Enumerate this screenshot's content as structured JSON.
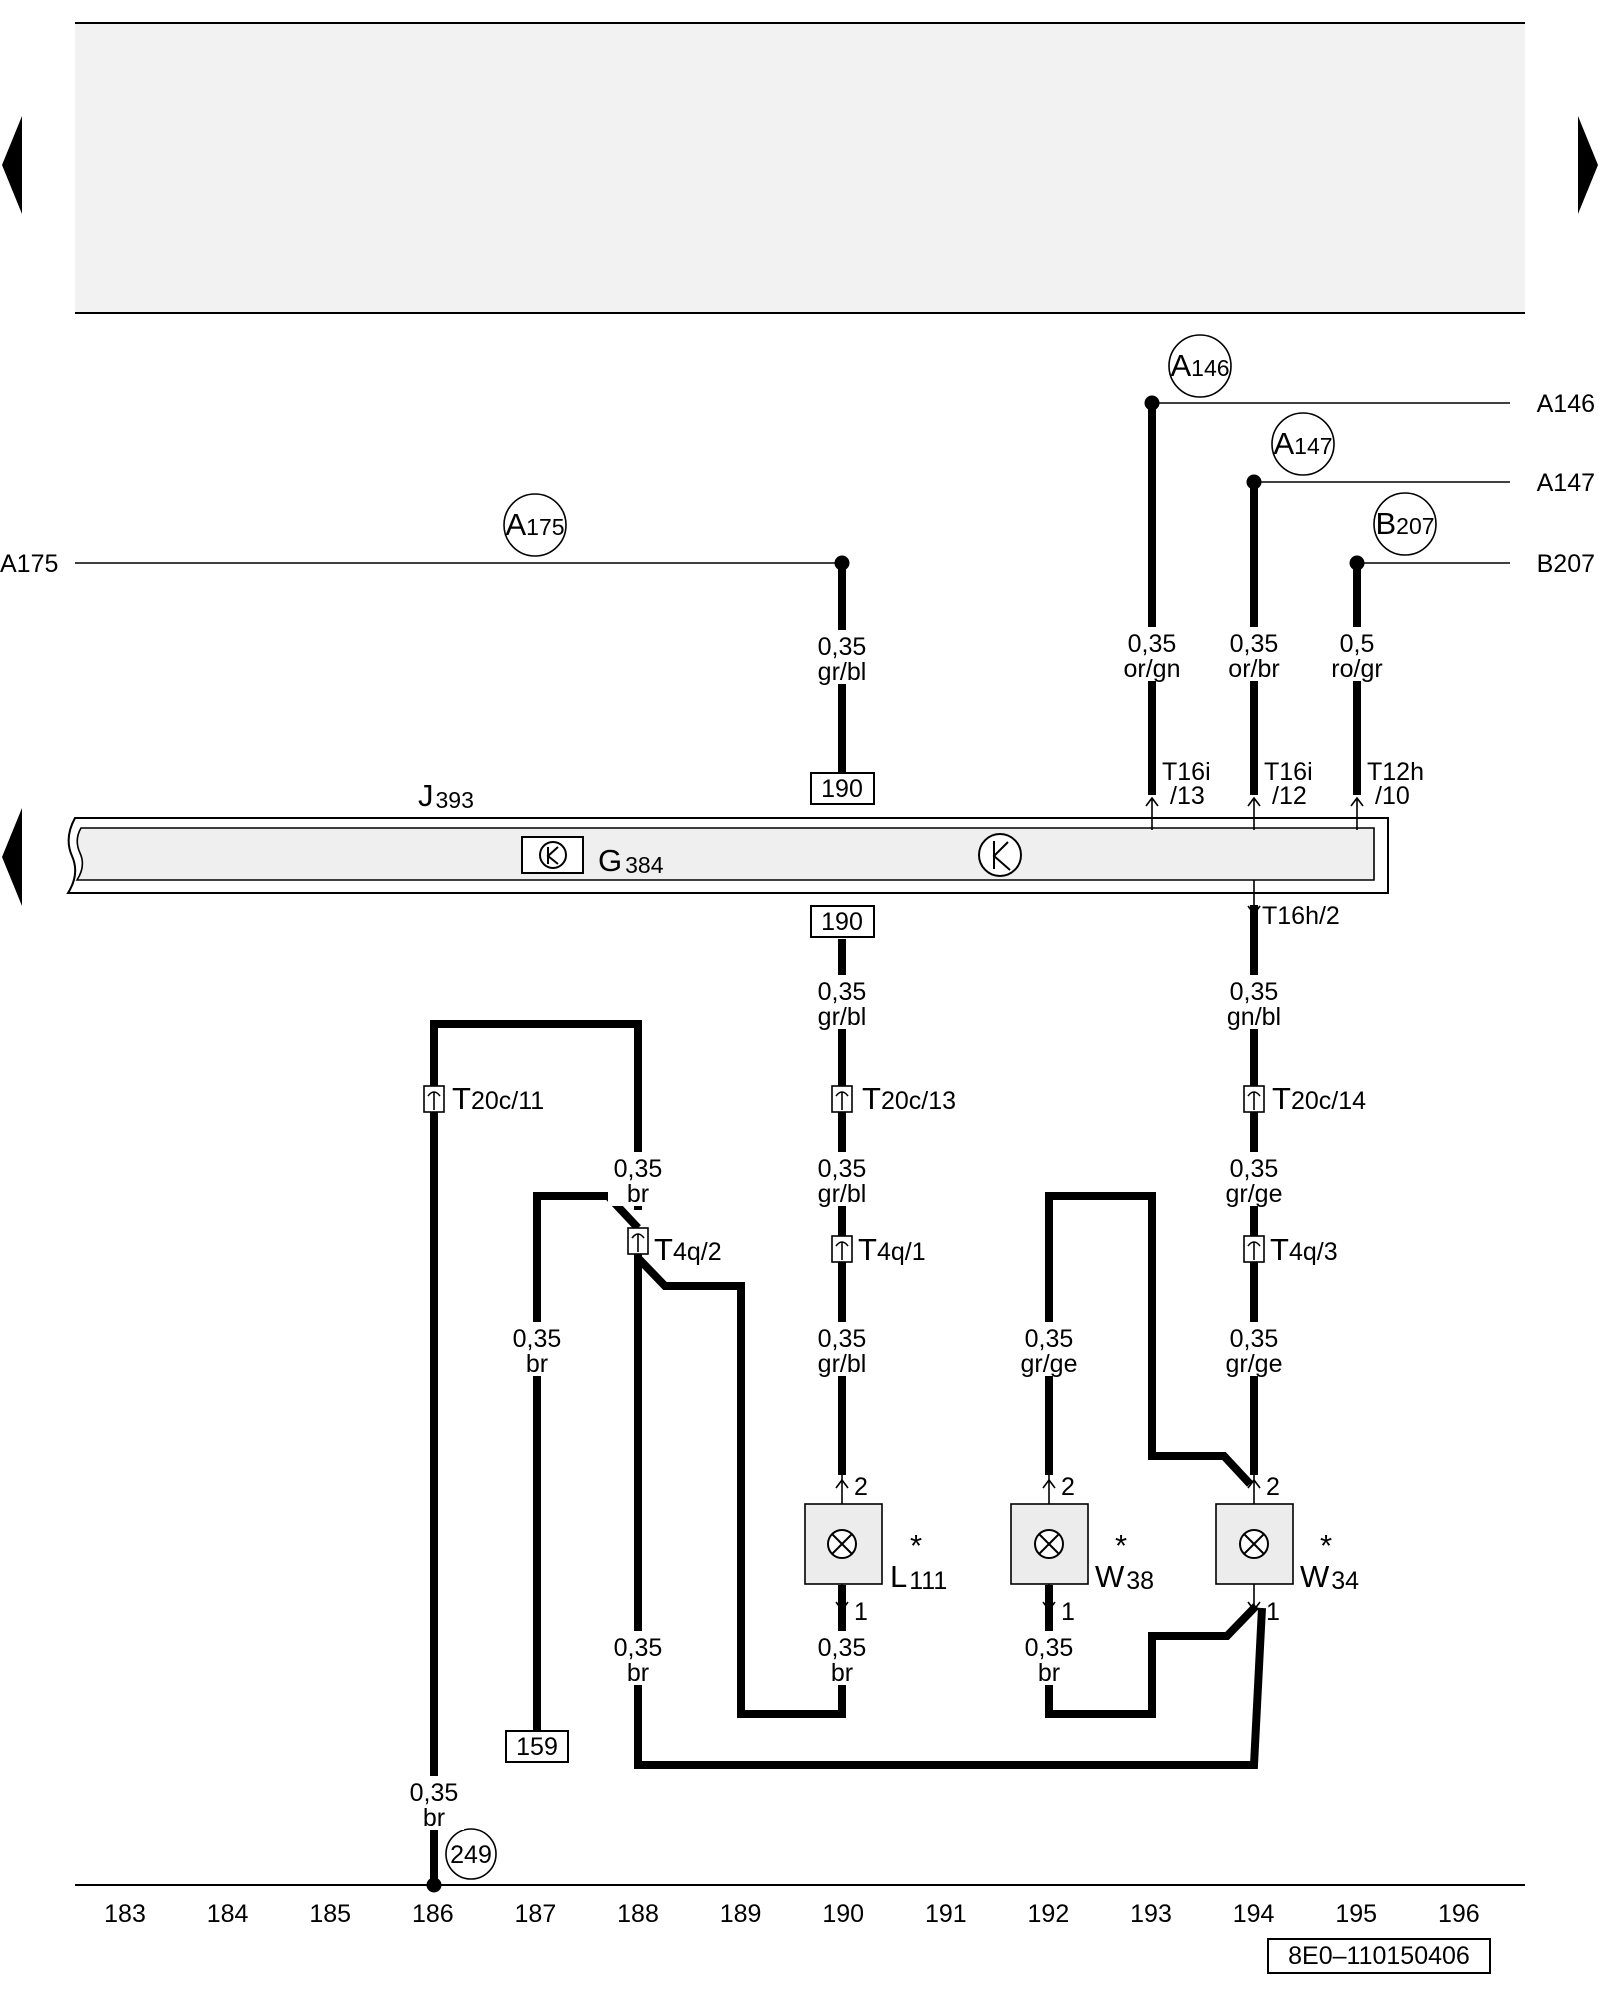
{
  "column_numbers": [
    "183",
    "184",
    "185",
    "186",
    "187",
    "188",
    "189",
    "190",
    "191",
    "192",
    "193",
    "194",
    "195",
    "196"
  ],
  "diagram_id": "8E0–110150406",
  "continuation_circles": {
    "a146": {
      "letter": "A",
      "num": "146"
    },
    "a147": {
      "letter": "A",
      "num": "147"
    },
    "b207": {
      "letter": "B",
      "num": "207"
    },
    "a175": {
      "letter": "A",
      "num": "175"
    },
    "c249": {
      "letter": "",
      "num": "249"
    }
  },
  "line_end_labels": {
    "a146": "A146",
    "a147": "A147",
    "b207": "B207",
    "a175": "A175"
  },
  "components": {
    "j393": {
      "letter": "J",
      "num": "393"
    },
    "g384": {
      "letter": "G",
      "num": "384"
    },
    "l111": {
      "letter": "L",
      "num": "111",
      "mark": "*"
    },
    "w38": {
      "letter": "W",
      "num": "38",
      "mark": "*"
    },
    "w34": {
      "letter": "W",
      "num": "34",
      "mark": "*"
    }
  },
  "reference_boxes": {
    "top190": "190",
    "bottom190": "190",
    "ref159": "159"
  },
  "wire_labels": {
    "w190a": {
      "size": "0,35",
      "color": "gr/bl"
    },
    "w193": {
      "size": "0,35",
      "color": "or/gn"
    },
    "w194a": {
      "size": "0,35",
      "color": "or/br"
    },
    "w195": {
      "size": "0,5",
      "color": "ro/gr"
    },
    "w190b": {
      "size": "0,35",
      "color": "gr/bl"
    },
    "w194b": {
      "size": "0,35",
      "color": "gn/bl"
    },
    "w188a": {
      "size": "0,35",
      "color": "br"
    },
    "w190c": {
      "size": "0,35",
      "color": "gr/bl"
    },
    "w194c": {
      "size": "0,35",
      "color": "gr/ge"
    },
    "w187": {
      "size": "0,35",
      "color": "br"
    },
    "w190d": {
      "size": "0,35",
      "color": "gr/bl"
    },
    "w192a": {
      "size": "0,35",
      "color": "gr/ge"
    },
    "w194d": {
      "size": "0,35",
      "color": "gr/ge"
    },
    "w188b": {
      "size": "0,35",
      "color": "br"
    },
    "w190e": {
      "size": "0,35",
      "color": "br"
    },
    "w192b": {
      "size": "0,35",
      "color": "br"
    },
    "w186": {
      "size": "0,35",
      "color": "br"
    }
  },
  "connectors": {
    "t16i13": {
      "line1": "T16i",
      "line2": "/13"
    },
    "t16i12": {
      "line1": "T16i",
      "line2": "/12"
    },
    "t12h10": {
      "line1": "T12h",
      "line2": "/10"
    },
    "t16h2": {
      "text": "T16h/2"
    },
    "t20c11": {
      "prefix": "T",
      "rest": "20c/11"
    },
    "t20c13": {
      "prefix": "T",
      "rest": "20c/13"
    },
    "t20c14": {
      "prefix": "T",
      "rest": "20c/14"
    },
    "t4q2": {
      "prefix": "T",
      "rest": "4q/2"
    },
    "t4q1": {
      "prefix": "T",
      "rest": "4q/1"
    },
    "t4q3": {
      "prefix": "T",
      "rest": "4q/3"
    }
  },
  "pin_numbers": {
    "l111_top": "2",
    "l111_bot": "1",
    "w38_top": "2",
    "w38_bot": "1",
    "w34_top": "2",
    "w34_bot": "1"
  }
}
